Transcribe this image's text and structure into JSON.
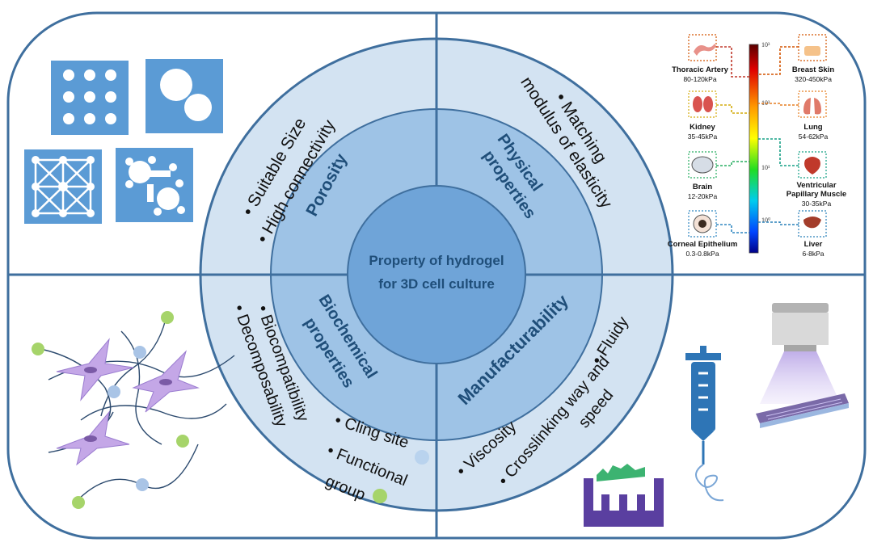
{
  "center_title": [
    "Property of hydrogel",
    "for 3D cell culture"
  ],
  "sectors": {
    "porosity": {
      "label": "Porosity",
      "bullets": [
        "Suitable Size",
        "High connectivity"
      ]
    },
    "physical": {
      "label": [
        "Physical",
        "properties"
      ],
      "bullets": [
        "Matching",
        "modulus of elasticity"
      ]
    },
    "biochemical": {
      "label": [
        "Biochemical",
        "properties"
      ],
      "bullets": [
        "Biocompatibility",
        "Decomposability",
        "Cling site",
        "Functional",
        "group"
      ]
    },
    "manufacturability": {
      "label": "Manufacturability",
      "bullets": [
        "Fluidy",
        "Crosslinking way and",
        "speed",
        "Viscosity"
      ]
    }
  },
  "tissue_panel": {
    "scale_ticks": [
      "10³",
      "10²",
      "10¹",
      "10⁰"
    ],
    "tissues": [
      {
        "name": "Thoracic Artery",
        "range": "80-120kPa"
      },
      {
        "name": "Breast Skin",
        "range": "320-450kPa"
      },
      {
        "name": "Kidney",
        "range": "35-45kPa"
      },
      {
        "name": "Lung",
        "range": "54-62kPa"
      },
      {
        "name": "Brain",
        "range": "12-20kPa"
      },
      {
        "name": "Ventricular",
        "range": "30-35kPa",
        "name2": "Papillary Muscle"
      },
      {
        "name": "Corneal Epithelium",
        "range": "0.3-0.8kPa"
      },
      {
        "name": "Liver",
        "range": "6-8kPa"
      }
    ]
  },
  "colors": {
    "frame": "#3f6f9e",
    "outer_ring": "#d3e3f2",
    "middle_ring": "#9ec3e6",
    "inner_circle": "#6fa4d8",
    "text_dark": "#1f4e79",
    "square": "#5b9bd5"
  }
}
